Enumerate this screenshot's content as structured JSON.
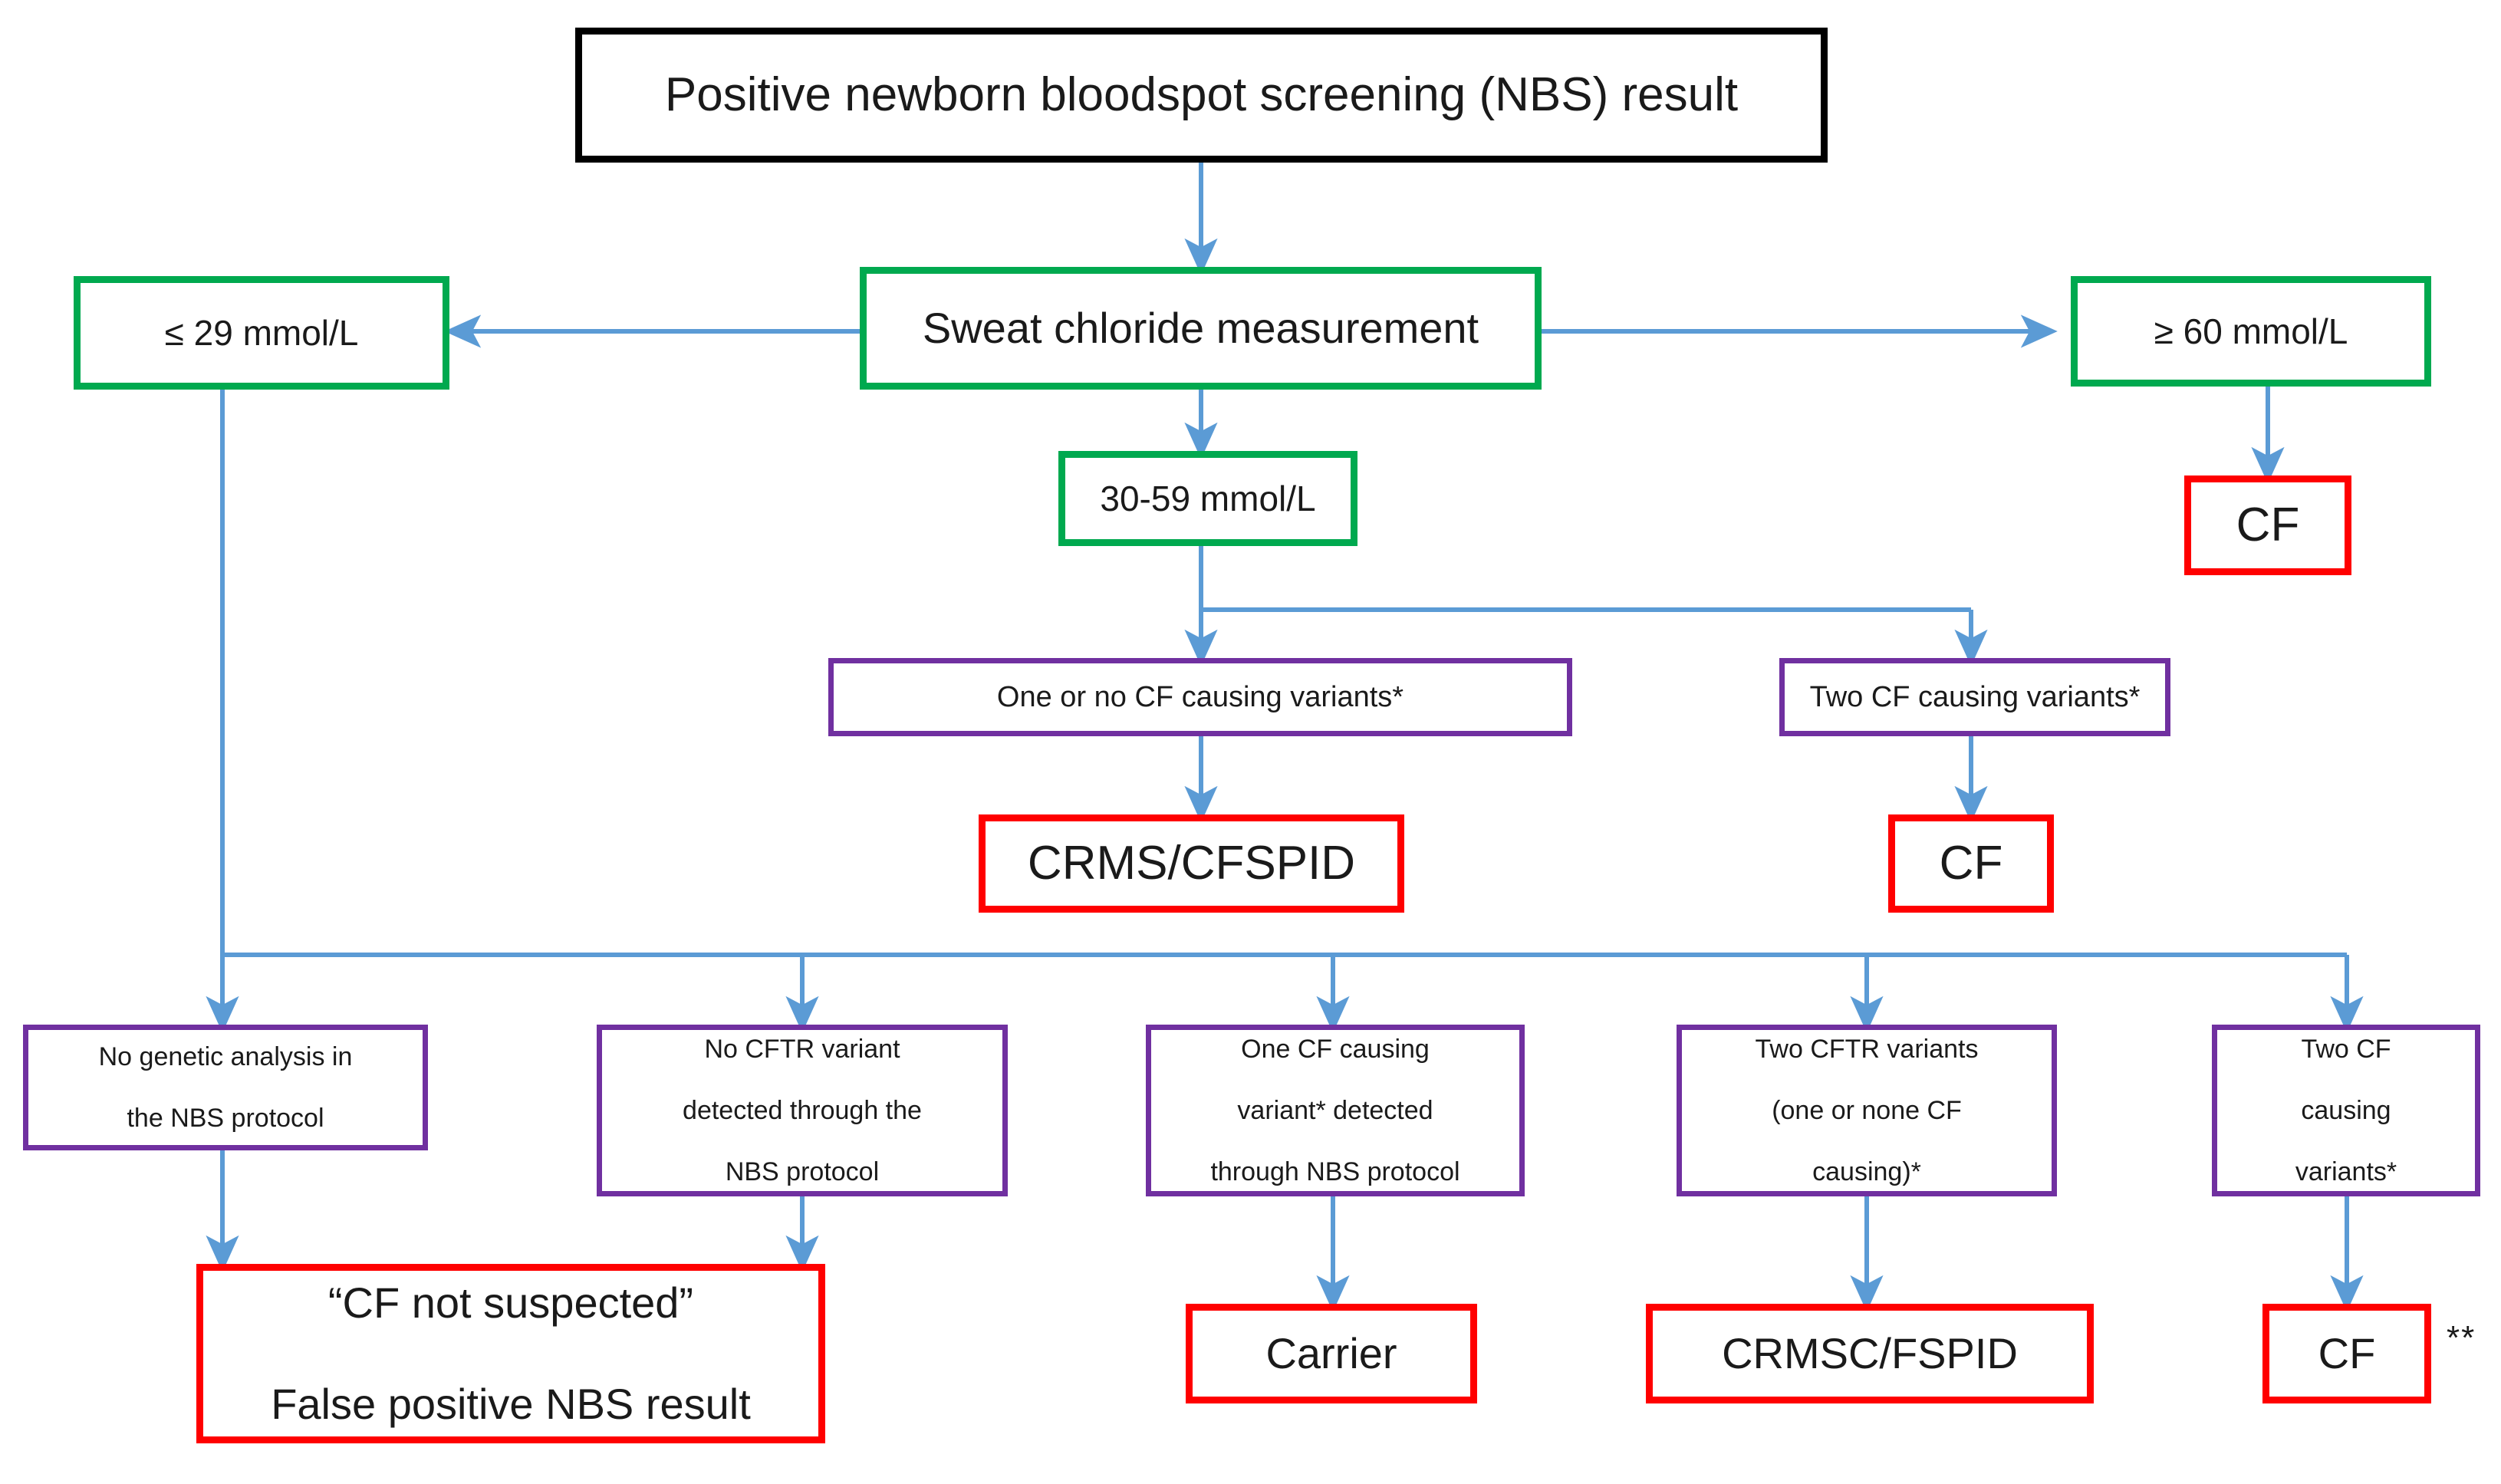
{
  "diagram": {
    "title": "Cystic fibrosis newborn bloodspot screening diagnostic algorithm",
    "colors": {
      "black_border": "#000000",
      "green_border": "#00A94F",
      "red_border": "#FF0000",
      "purple_border": "#7030A0",
      "connector_blue": "#5B9BD5",
      "background": "#FFFFFF",
      "text": "#1A1A1A"
    },
    "nodes": {
      "root": {
        "label": "Positive newborn bloodspot screening (NBS) result",
        "border": "black"
      },
      "sweat": {
        "label": "Sweat chloride measurement",
        "border": "green"
      },
      "low": {
        "label": "≤ 29 mmol/L",
        "border": "green"
      },
      "high": {
        "label": "≥ 60 mmol/L",
        "border": "green"
      },
      "mid": {
        "label": "30-59 mmol/L",
        "border": "green"
      },
      "high_cf": {
        "label": "CF",
        "border": "red"
      },
      "mid_one_or_no": {
        "label": "One or no CF causing variants*",
        "border": "purple"
      },
      "mid_two": {
        "label": "Two CF causing variants*",
        "border": "purple"
      },
      "mid_crms": {
        "label": "CRMS/CFSPID",
        "border": "red"
      },
      "mid_cf": {
        "label": "CF",
        "border": "red"
      },
      "low_no_genetic": {
        "label": "No genetic analysis in the NBS protocol",
        "border": "purple"
      },
      "low_no_cftr": {
        "label": "No CFTR variant detected through the NBS protocol",
        "border": "purple"
      },
      "low_one_cf": {
        "label": "One CF causing variant* detected through NBS protocol",
        "border": "purple"
      },
      "low_two_cftr": {
        "label": "Two CFTR variants (one or none CF causing)*",
        "border": "purple"
      },
      "low_two_cf": {
        "label": "Two CF causing variants*",
        "border": "purple"
      },
      "out_not_suspected": {
        "label": "“CF not suspected” False positive NBS result",
        "border": "red"
      },
      "out_carrier": {
        "label": "Carrier",
        "border": "red"
      },
      "out_crmsc": {
        "label": "CRMSC/FSPID",
        "border": "red"
      },
      "out_cf_final": {
        "label": "CF",
        "border": "red"
      }
    },
    "annotations": {
      "double_asterisk": "**"
    },
    "node_text_lines": {
      "root": [
        "Positive newborn bloodspot screening (NBS) result"
      ],
      "sweat": [
        "Sweat chloride measurement"
      ],
      "low": [
        "≤ 29 mmol/L"
      ],
      "high": [
        "≥ 60 mmol/L"
      ],
      "mid": [
        "30-59 mmol/L"
      ],
      "high_cf": [
        "CF"
      ],
      "mid_one_or_no": [
        "One or no CF causing variants*"
      ],
      "mid_two": [
        "Two CF causing variants*"
      ],
      "mid_crms": [
        "CRMS/CFSPID"
      ],
      "mid_cf": [
        "CF"
      ],
      "low_no_genetic": [
        "No genetic analysis in",
        "the NBS protocol"
      ],
      "low_no_cftr": [
        "No CFTR variant",
        "detected through the",
        "NBS protocol"
      ],
      "low_one_cf": [
        "One CF causing",
        "variant* detected",
        "through NBS protocol"
      ],
      "low_two_cftr": [
        "Two CFTR variants",
        "(one or none CF",
        "causing)*"
      ],
      "low_two_cf": [
        "Two CF",
        "causing",
        "variants*"
      ],
      "out_not_suspected": [
        "“CF not suspected”",
        "False positive NBS result"
      ],
      "out_carrier": [
        "Carrier"
      ],
      "out_crmsc": [
        "CRMSC/FSPID"
      ],
      "out_cf_final": [
        "CF"
      ]
    }
  }
}
